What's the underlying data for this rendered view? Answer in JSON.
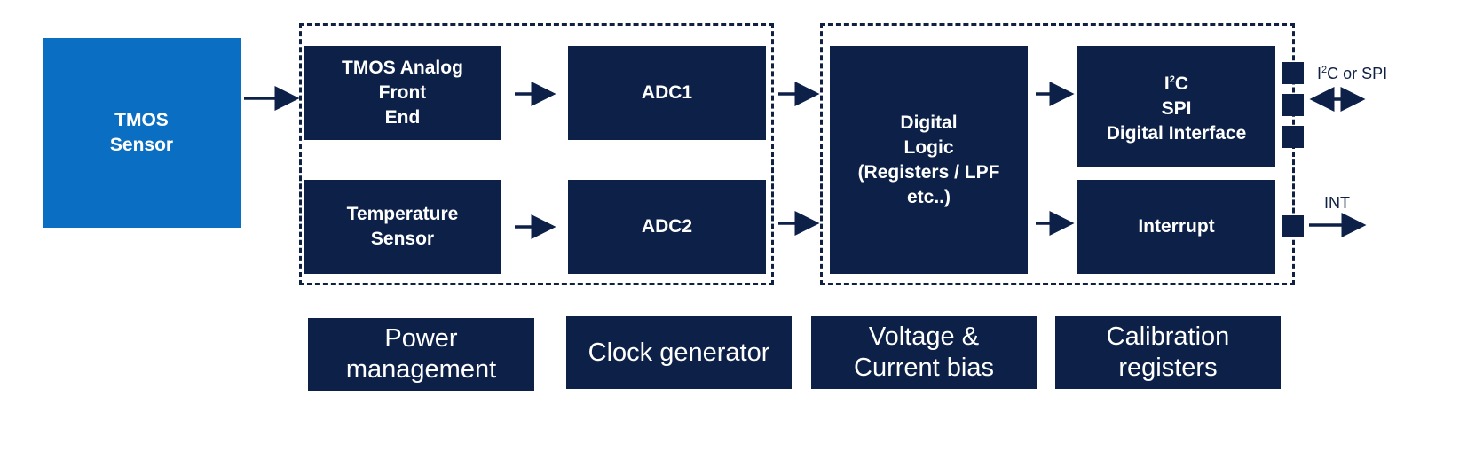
{
  "colors": {
    "navy": "#0c2048",
    "sensor_blue": "#0a6fc2",
    "background": "#ffffff"
  },
  "blocks": {
    "tmos_sensor": {
      "lines": [
        "TMOS",
        "Sensor"
      ]
    },
    "analog_front_end": {
      "lines": [
        "TMOS Analog",
        "Front",
        "End"
      ]
    },
    "temperature_sensor": {
      "lines": [
        "Temperature",
        "Sensor"
      ]
    },
    "adc1": {
      "lines": [
        "ADC1"
      ]
    },
    "adc2": {
      "lines": [
        "ADC2"
      ]
    },
    "digital_logic": {
      "lines": [
        "Digital",
        "Logic",
        "(Registers / LPF",
        "etc..)"
      ]
    },
    "interface": {
      "sup_base": "I",
      "sup_exp": "2",
      "sup_rest": "C",
      "lines": [
        "SPI",
        "Digital Interface"
      ]
    },
    "interrupt": {
      "lines": [
        "Interrupt"
      ]
    }
  },
  "bottom_blocks": {
    "power": {
      "lines": [
        "Power",
        "management"
      ]
    },
    "clock": {
      "lines": [
        "Clock generator"
      ]
    },
    "bias": {
      "lines": [
        "Voltage &",
        "Current bias"
      ]
    },
    "calibration": {
      "lines": [
        "Calibration",
        "registers"
      ]
    }
  },
  "external": {
    "i2c_label": {
      "base": "I",
      "exp": "2",
      "rest": "C or SPI"
    },
    "int_label": "INT"
  }
}
